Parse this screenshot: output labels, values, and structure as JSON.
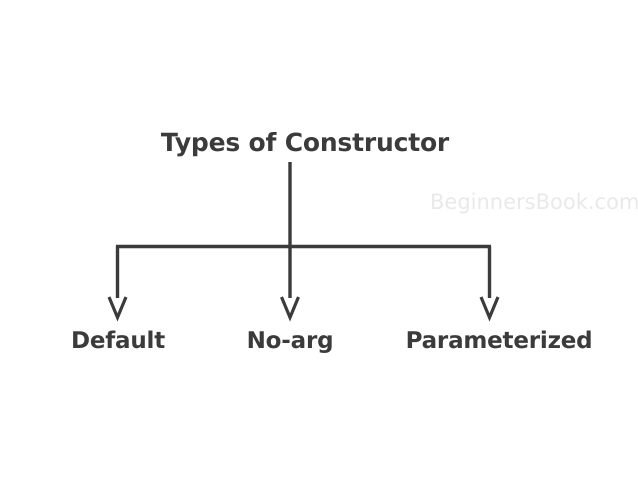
{
  "diagram": {
    "type": "hierarchy-tree",
    "root": {
      "label": "Types of Constructor"
    },
    "children": [
      {
        "label": "Default"
      },
      {
        "label": "No-arg"
      },
      {
        "label": "Parameterized"
      }
    ],
    "colors": {
      "background": "#ffffff",
      "line": "#3b3b3b",
      "text": "#3b3b3b",
      "watermark": "#e9e9e9"
    }
  },
  "watermark": {
    "text": "BeginnersBook.com"
  }
}
